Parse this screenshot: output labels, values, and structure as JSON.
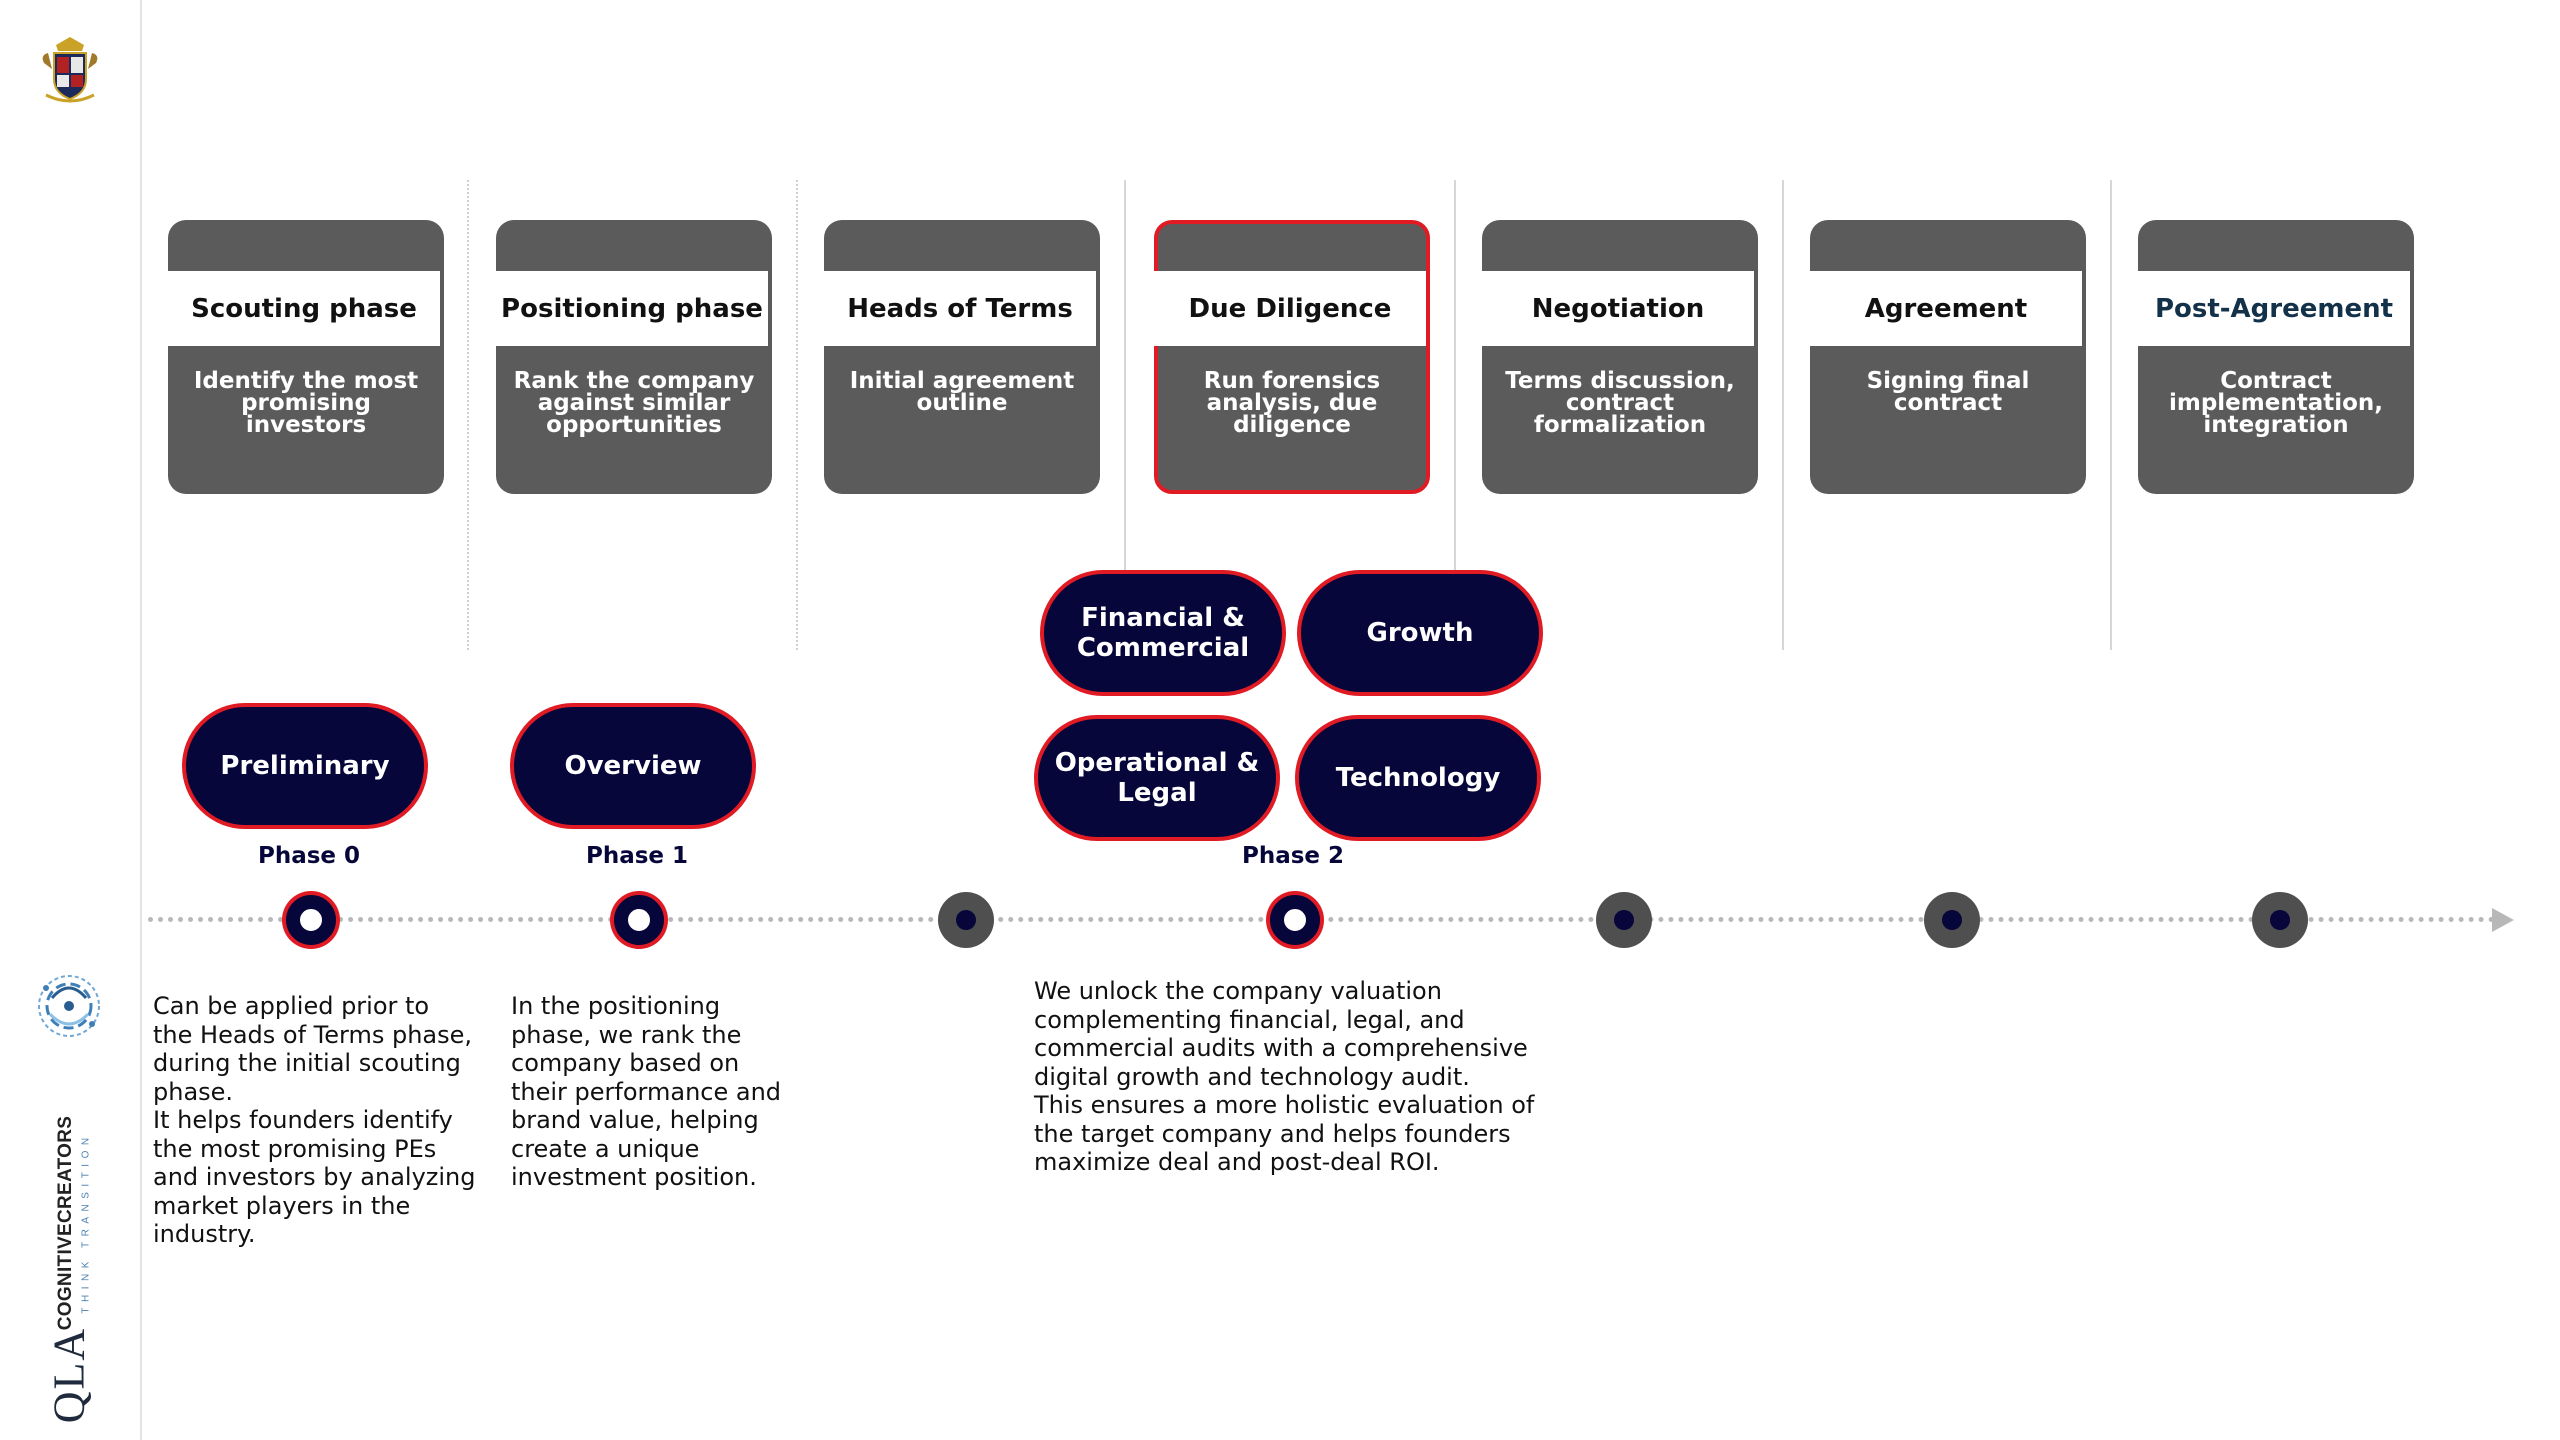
{
  "sidebar": {
    "crest_logo": "crest-icon",
    "swirl_logo": "swirl-icon",
    "brand_name": "COGNITIVECREATORS",
    "brand_tagline": "THINK TRANSITION",
    "qla_logo": "QLA"
  },
  "cards": [
    {
      "title": "Scouting phase",
      "desc": "Identify the most promising investors"
    },
    {
      "title": "Positioning phase",
      "desc": "Rank the company against similar opportunities"
    },
    {
      "title": "Heads of Terms",
      "desc": "Initial agreement outline"
    },
    {
      "title": "Due Diligence",
      "desc": "Run forensics analysis, due diligence"
    },
    {
      "title": "Negotiation",
      "desc": "Terms discussion, contract formalization"
    },
    {
      "title": "Agreement",
      "desc": "Signing final contract"
    },
    {
      "title": "Post-Agreement",
      "desc": "Contract implementation, integration"
    }
  ],
  "pills": {
    "preliminary": "Preliminary",
    "overview": "Overview",
    "financial": "Financial & Commercial",
    "growth": "Growth",
    "operational": "Operational & Legal",
    "technology": "Technology"
  },
  "phases": {
    "phase0": "Phase 0",
    "phase1": "Phase 1",
    "phase2": "Phase 2"
  },
  "descriptions": {
    "phase0": "Can be applied prior to\nthe Heads of Terms phase,\nduring the initial scouting\nphase.\nIt helps founders identify\nthe most promising PEs\nand investors by analyzing\nmarket players in the\nindustry.",
    "phase1": "In the positioning\nphase, we rank the\ncompany based on\ntheir performance and\nbrand value, helping\ncreate a unique\ninvestment position.",
    "phase2": "We unlock the company valuation\ncomplementing financial, legal, and\ncommercial audits with a comprehensive\ndigital growth and technology audit.\nThis ensures a more holistic evaluation of\nthe target company and helps founders\nmaximize deal and post-deal ROI."
  },
  "colors": {
    "card_bg": "#5b5b5b",
    "pill_bg": "#06063a",
    "accent_red": "#e01b24",
    "timeline": "#b8b8b8"
  }
}
